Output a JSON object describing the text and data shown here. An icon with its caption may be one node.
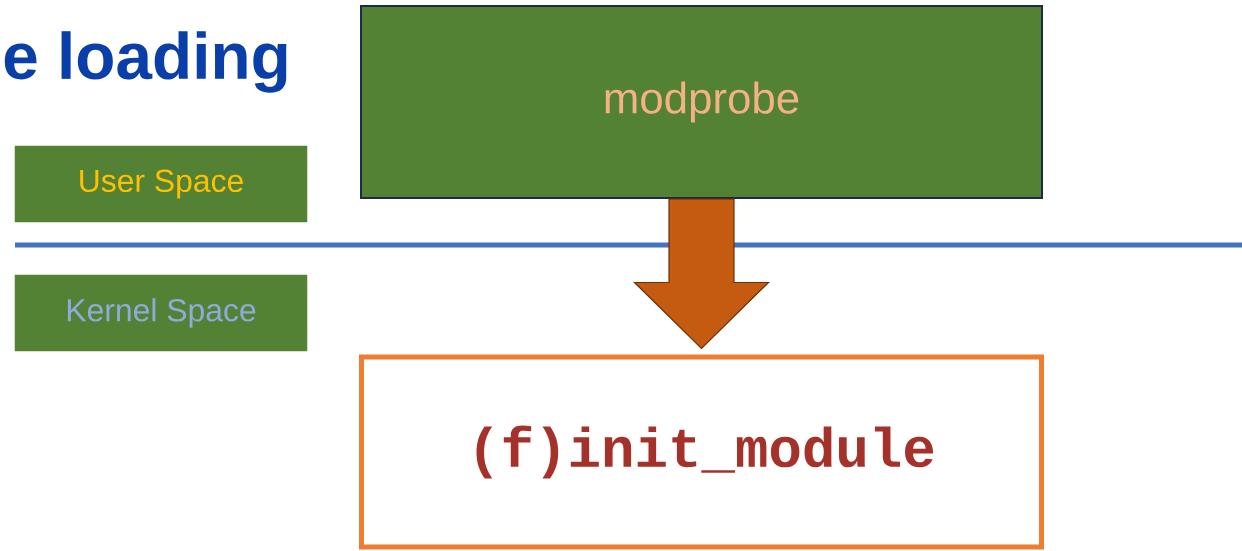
{
  "diagram": {
    "title": "e loading",
    "nodes": [
      {
        "text": [
          "modprobe"
        ]
      },
      {
        "text": [
          "User Space"
        ]
      },
      {
        "text": [
          "Kernel Space"
        ]
      },
      {
        "text": [
          "(f)init_module"
        ]
      }
    ],
    "edges": [
      {
        "from": 0,
        "to": 3,
        "arrow": "to",
        "style": "thick",
        "color": "#c55a11"
      }
    ]
  }
}
